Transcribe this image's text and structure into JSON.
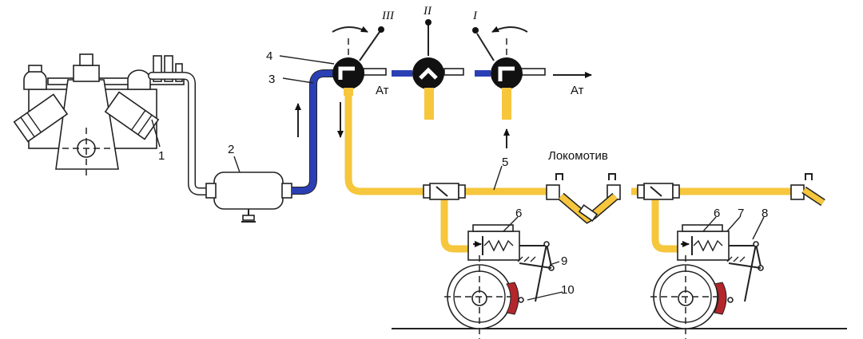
{
  "diagram": {
    "labels": {
      "n1": "1",
      "n2": "2",
      "n3": "3",
      "n4": "4",
      "n5": "5",
      "n6a": "6",
      "n6b": "6",
      "n7": "7",
      "n8": "8",
      "n9": "9",
      "n10": "10"
    },
    "positions": {
      "p1": "I",
      "p2": "II",
      "p3": "III"
    },
    "atm_left": "Ат",
    "atm_right": "Ат",
    "locomotive": "Локомотив"
  },
  "colors": {
    "supply_pipe": "#2b3fb5",
    "brake_line": "#f6c63c",
    "brake_shoe": "#b3262b"
  }
}
